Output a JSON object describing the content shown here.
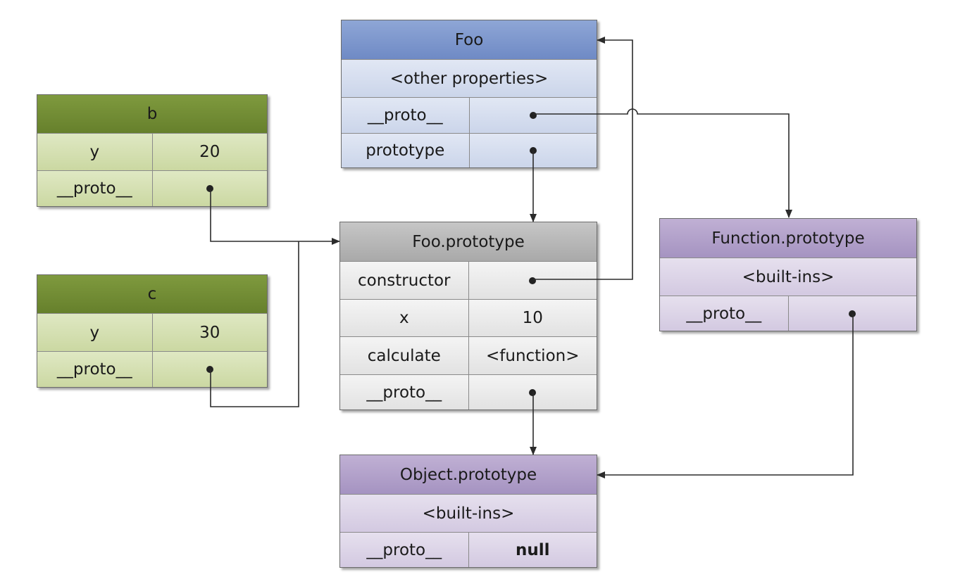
{
  "diagram": {
    "b": {
      "title": "b",
      "rows": [
        [
          "y",
          "20"
        ],
        [
          "__proto__",
          ""
        ]
      ]
    },
    "c": {
      "title": "c",
      "rows": [
        [
          "y",
          "30"
        ],
        [
          "__proto__",
          ""
        ]
      ]
    },
    "foo": {
      "title": "Foo",
      "full_row": "<other properties>",
      "rows": [
        [
          "__proto__",
          ""
        ],
        [
          "prototype",
          ""
        ]
      ]
    },
    "foo_prototype": {
      "title": "Foo.prototype",
      "rows": [
        [
          "constructor",
          ""
        ],
        [
          "x",
          "10"
        ],
        [
          "calculate",
          "<function>"
        ],
        [
          "__proto__",
          ""
        ]
      ]
    },
    "function_prototype": {
      "title": "Function.prototype",
      "full_row": "<built-ins>",
      "rows": [
        [
          "__proto__",
          ""
        ]
      ]
    },
    "object_prototype": {
      "title": "Object.prototype",
      "full_row": "<built-ins>",
      "rows": [
        [
          "__proto__",
          "null"
        ]
      ]
    }
  },
  "colors": {
    "green_header": "#6f8a33",
    "blue_header": "#7b93cc",
    "gray_header": "#b5b5b5",
    "purple_header": "#ad9cc8",
    "connector": "#2b2b2b"
  }
}
